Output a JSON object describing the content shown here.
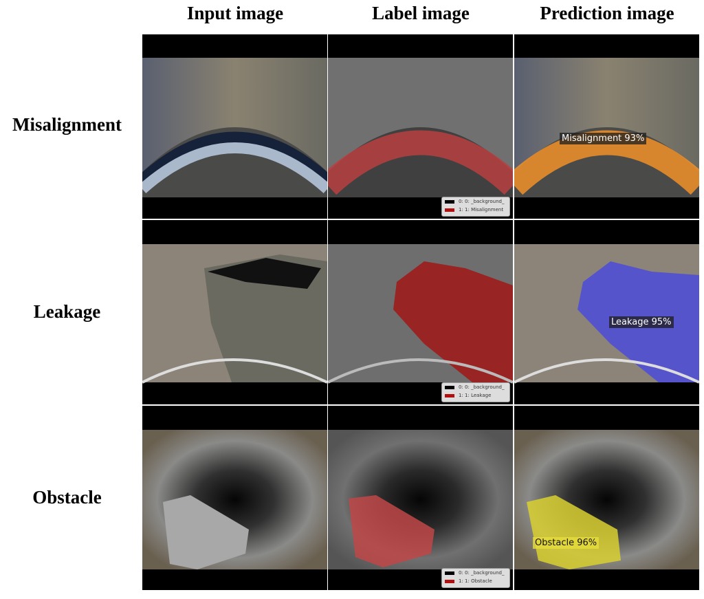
{
  "columns": [
    "Input image",
    "Label image",
    "Prediction image"
  ],
  "rows": [
    {
      "label": "Misalignment",
      "legend": [
        "0: 0: _background_",
        "1: 1: Misalignment"
      ],
      "prediction": "Misalignment 93%",
      "mask_label_color": "#b84040",
      "mask_pred_color": "#f0902a"
    },
    {
      "label": "Leakage",
      "legend": [
        "0: 0: _background_",
        "1: 1: Leakage"
      ],
      "prediction": "Leakage 95%",
      "mask_label_color": "#a01818",
      "mask_pred_color": "#4848e0"
    },
    {
      "label": "Obstacle",
      "legend": [
        "0: 0: _background_",
        "1: 1: Obstacle"
      ],
      "prediction": "Obstacle 96%",
      "mask_label_color": "#c04848",
      "mask_pred_color": "#d8d030"
    }
  ]
}
